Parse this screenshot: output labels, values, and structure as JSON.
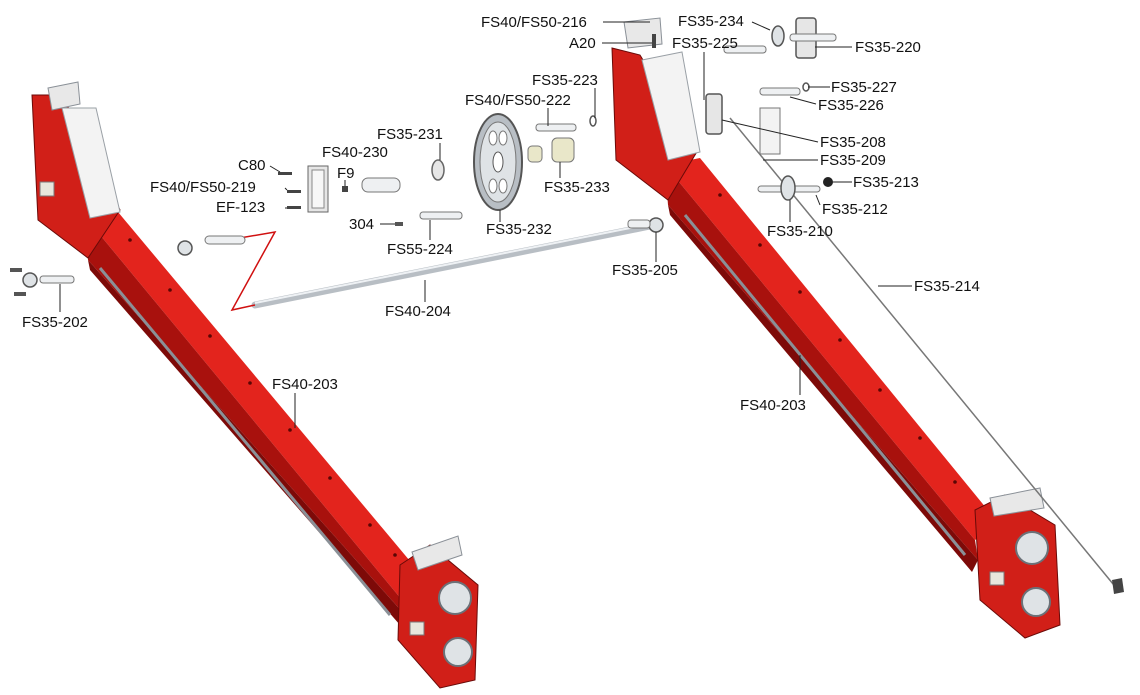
{
  "colors": {
    "frame_red": "#e3241d",
    "frame_red_dark": "#a8110d",
    "frame_red_shadow": "#7d0a08",
    "steel": "#d9dde1",
    "steel_dark": "#8a9097",
    "leader": "#222222",
    "callout_zigzag": "#d01010"
  },
  "labels": {
    "fs40_fs50_216": "FS40/FS50-216",
    "a20": "A20",
    "fs35_234": "FS35-234",
    "fs35_225": "FS35-225",
    "fs35_220": "FS35-220",
    "fs35_223": "FS35-223",
    "fs35_227": "FS35-227",
    "fs40_fs50_222": "FS40/FS50-222",
    "fs35_226": "FS35-226",
    "fs35_231": "FS35-231",
    "fs35_208": "FS35-208",
    "fs40_230": "FS40-230",
    "fs35_209": "FS35-209",
    "c80": "C80",
    "f9": "F9",
    "fs35_233": "FS35-233",
    "fs35_213": "FS35-213",
    "fs40_fs50_219": "FS40/FS50-219",
    "ef_123": "EF-123",
    "fs35_212": "FS35-212",
    "n304": "304",
    "fs35_232": "FS35-232",
    "fs35_210": "FS35-210",
    "fs55_224": "FS55-224",
    "fs35_205": "FS35-205",
    "fs35_214": "FS35-214",
    "fs35_202": "FS35-202",
    "fs40_204": "FS40-204",
    "fs40_203_left": "FS40-203",
    "fs40_203_right": "FS40-203"
  }
}
